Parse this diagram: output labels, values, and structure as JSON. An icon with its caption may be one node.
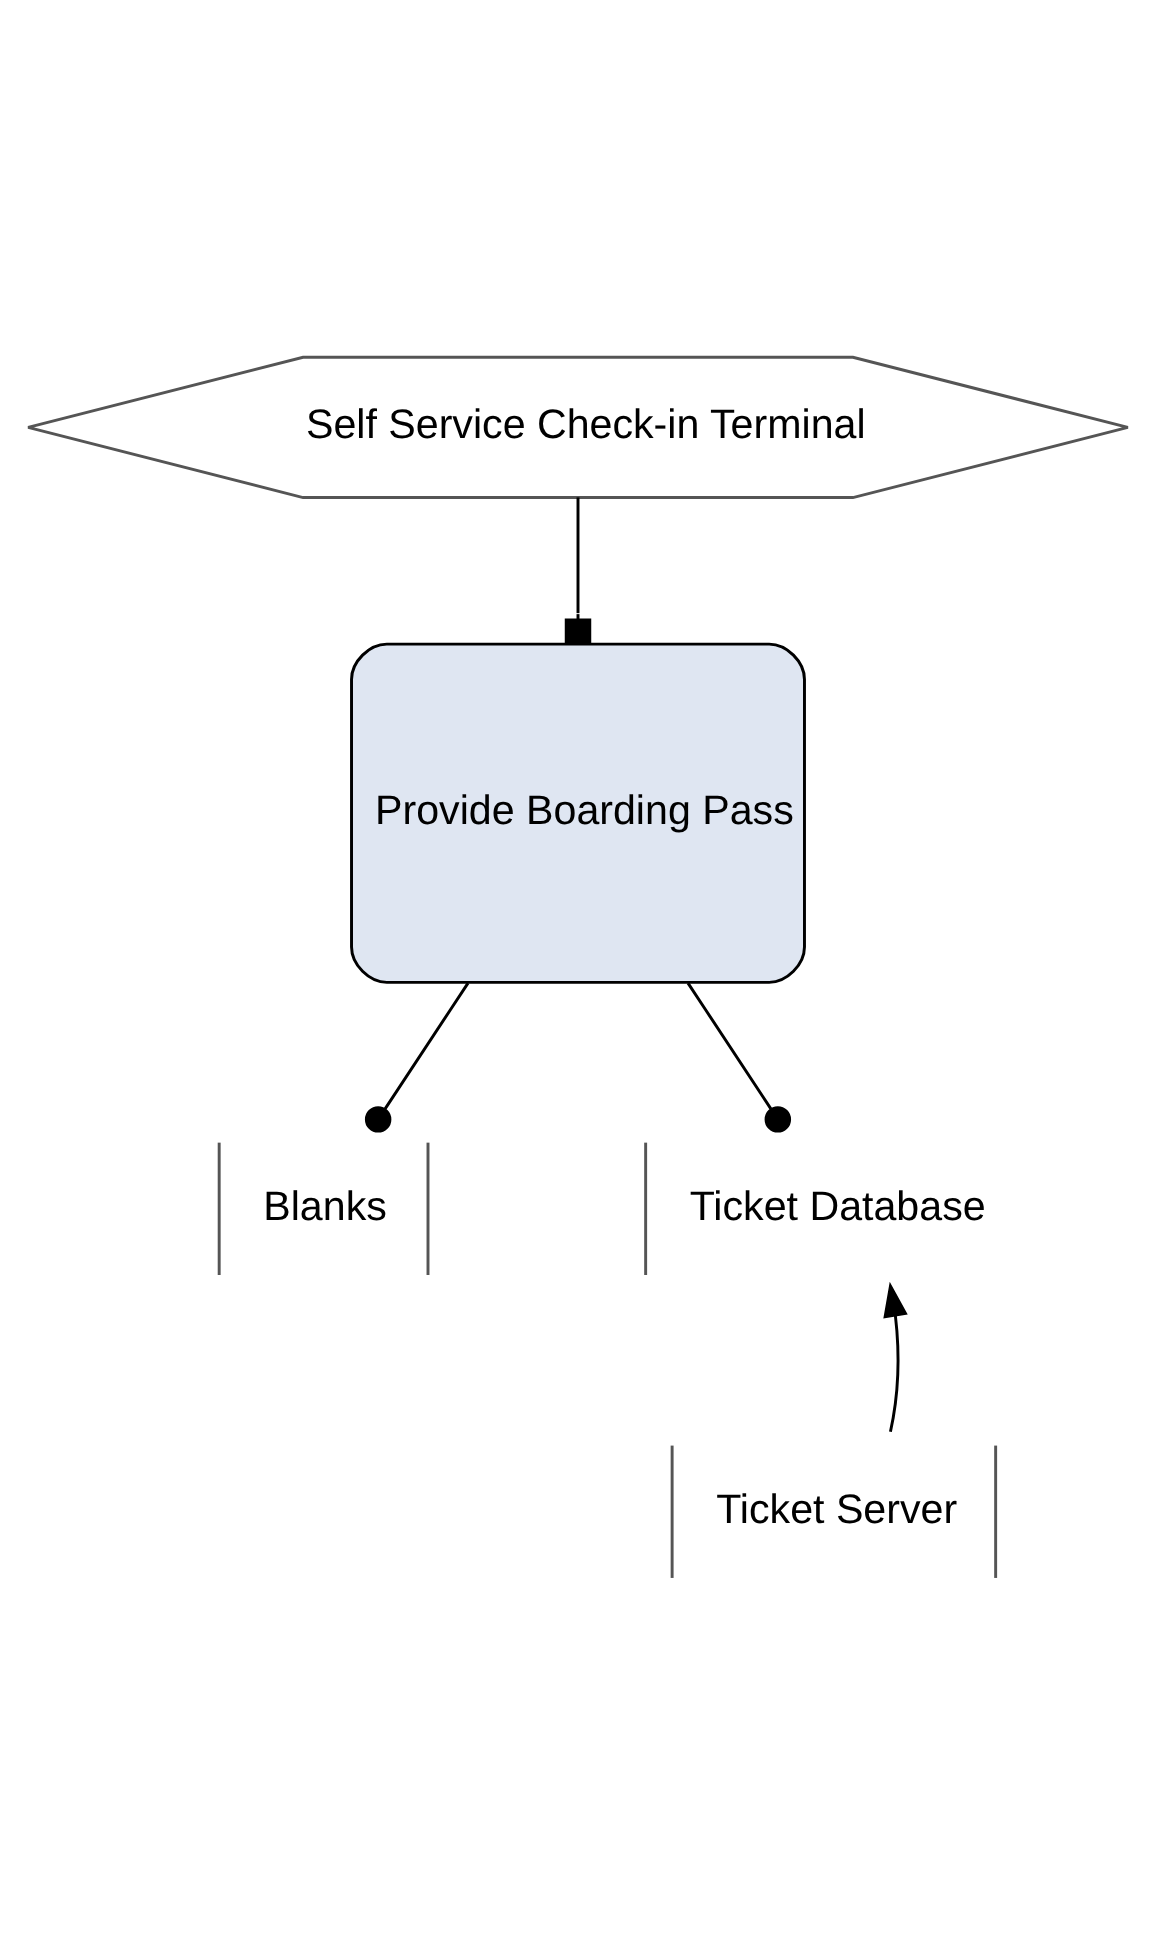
{
  "diagram": {
    "nodes": [
      {
        "text": [
          "Self Service Check-in Terminal"
        ]
      },
      {
        "text": [
          "Provide Boarding Pass"
        ]
      },
      {
        "text": [
          "Blanks"
        ]
      },
      {
        "text": [
          "Ticket Database"
        ]
      },
      {
        "text": [
          "Ticket Server"
        ]
      }
    ],
    "edges": [
      {
        "from": 0,
        "to": 1,
        "arrow": "other"
      },
      {
        "from": 1,
        "to": 2,
        "arrow": "other"
      },
      {
        "from": 1,
        "to": 3,
        "arrow": "other"
      },
      {
        "from": 4,
        "to": 3,
        "arrow": "to"
      }
    ]
  }
}
